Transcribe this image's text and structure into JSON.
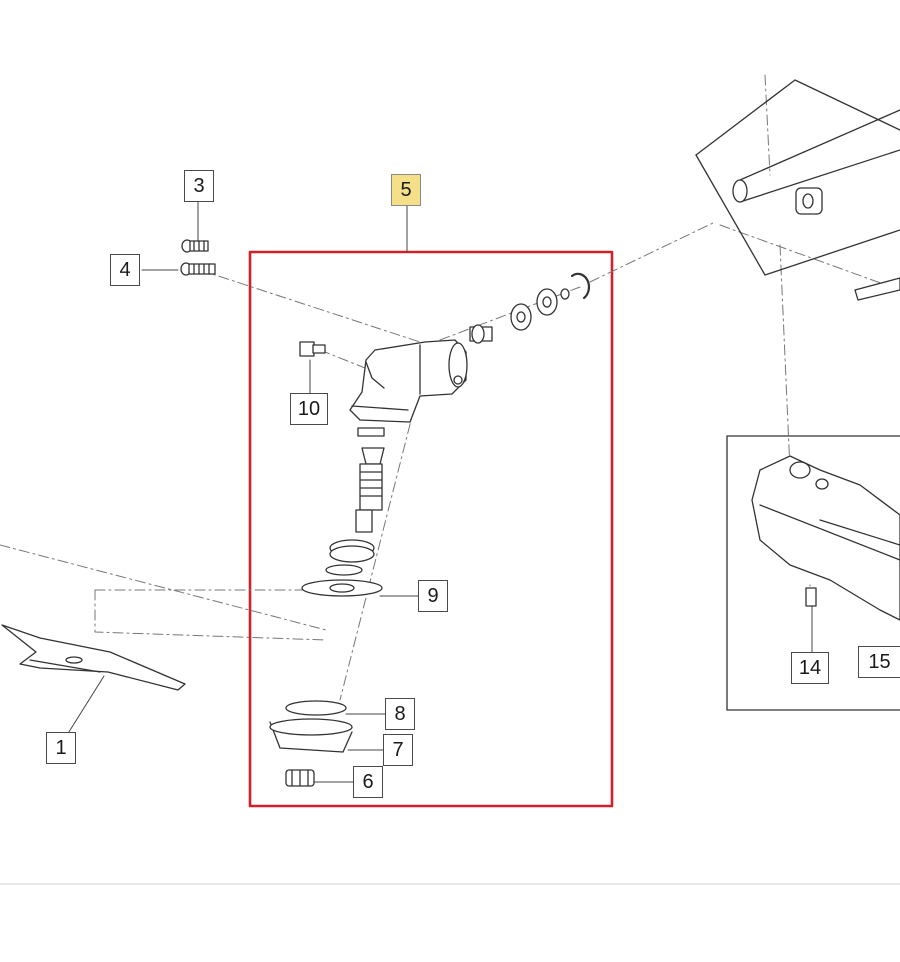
{
  "diagram": {
    "callouts": {
      "p1": "1",
      "p3": "3",
      "p4": "4",
      "p5": "5",
      "p6": "6",
      "p7": "7",
      "p8": "8",
      "p9": "9",
      "p10": "10",
      "p14": "14",
      "p15": "15"
    },
    "highlighted_callout": "5"
  },
  "colors": {
    "assembly_frame": "#d0202a",
    "callout_highlight": "#f5e08a",
    "line": "#333333"
  }
}
